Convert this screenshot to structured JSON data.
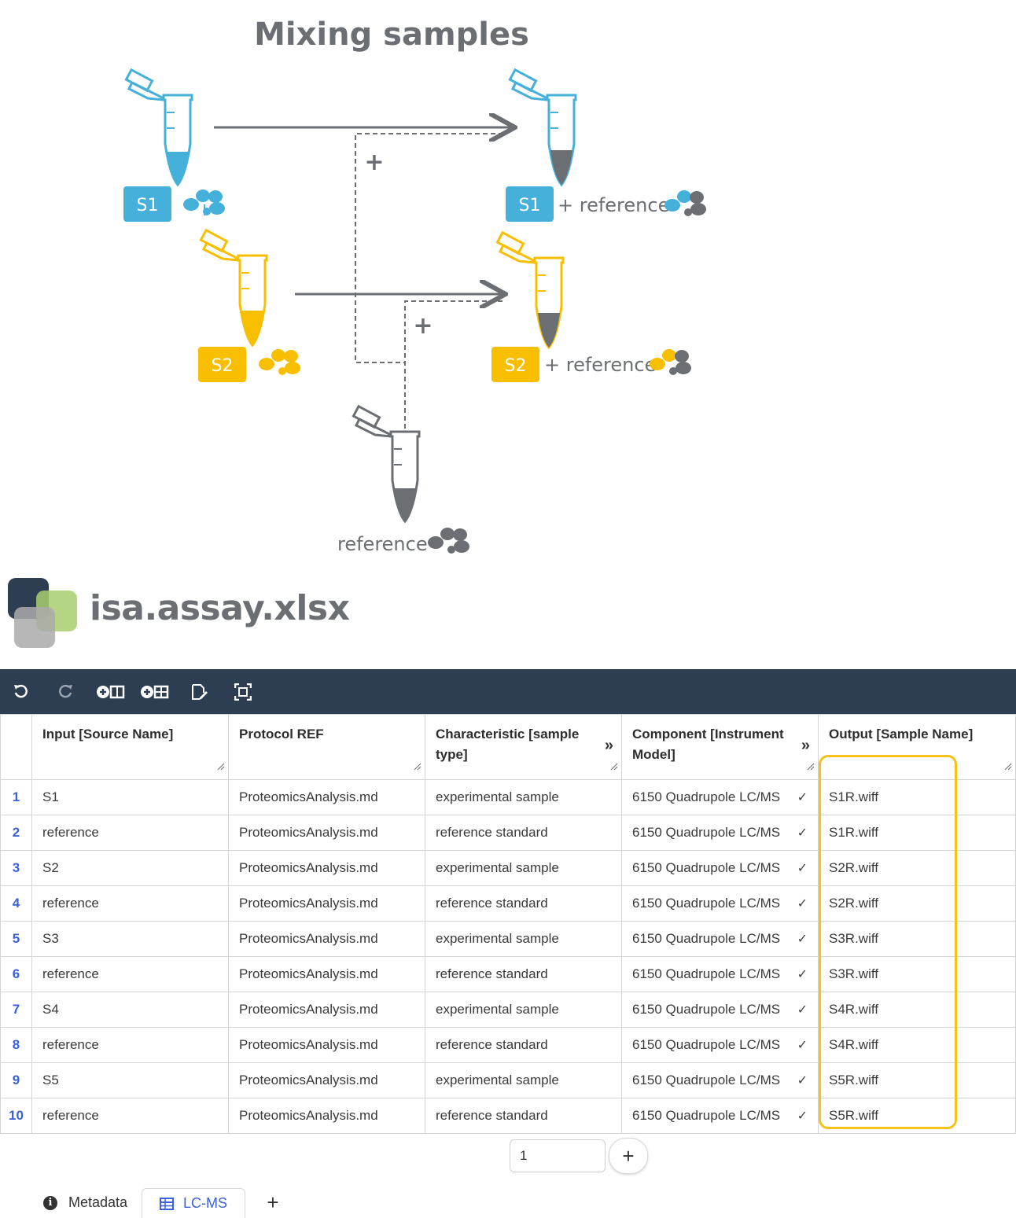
{
  "diagram": {
    "title": "Mixing samples",
    "plus_sign": "+",
    "samples": [
      {
        "label": "S1",
        "color": "#45b0d9",
        "result_suffix": "+ reference"
      },
      {
        "label": "S2",
        "color": "#f8bf00",
        "result_suffix": "+ reference"
      }
    ],
    "reference_label": "reference",
    "reference_color": "#6b6f74"
  },
  "logo": {
    "title": "isa.assay.xlsx"
  },
  "toolbar": {
    "buttons": [
      "undo-icon",
      "redo-icon",
      "add-column-icon",
      "add-rows-icon",
      "edit-file-icon",
      "fit-view-icon"
    ]
  },
  "table": {
    "columns": [
      {
        "label": "Input [Source Name]",
        "expandable": false
      },
      {
        "label": "Protocol REF",
        "expandable": false
      },
      {
        "label": "Characteristic [sample type]",
        "expandable": true
      },
      {
        "label": "Component [Instrument Model]",
        "expandable": true
      },
      {
        "label": "Output [Sample Name]",
        "expandable": false
      }
    ],
    "rows": [
      {
        "n": "1",
        "input": "S1",
        "protocol": "ProteomicsAnalysis.md",
        "type": "experimental sample",
        "instrument": "6150 Quadrupole LC/MS",
        "output": "S1R.wiff"
      },
      {
        "n": "2",
        "input": "reference",
        "protocol": "ProteomicsAnalysis.md",
        "type": "reference standard",
        "instrument": "6150 Quadrupole LC/MS",
        "output": "S1R.wiff"
      },
      {
        "n": "3",
        "input": "S2",
        "protocol": "ProteomicsAnalysis.md",
        "type": "experimental sample",
        "instrument": "6150 Quadrupole LC/MS",
        "output": "S2R.wiff"
      },
      {
        "n": "4",
        "input": "reference",
        "protocol": "ProteomicsAnalysis.md",
        "type": "reference standard",
        "instrument": "6150 Quadrupole LC/MS",
        "output": "S2R.wiff"
      },
      {
        "n": "5",
        "input": "S3",
        "protocol": "ProteomicsAnalysis.md",
        "type": "experimental sample",
        "instrument": "6150 Quadrupole LC/MS",
        "output": "S3R.wiff"
      },
      {
        "n": "6",
        "input": "reference",
        "protocol": "ProteomicsAnalysis.md",
        "type": "reference standard",
        "instrument": "6150 Quadrupole LC/MS",
        "output": "S3R.wiff"
      },
      {
        "n": "7",
        "input": "S4",
        "protocol": "ProteomicsAnalysis.md",
        "type": "experimental sample",
        "instrument": "6150 Quadrupole LC/MS",
        "output": "S4R.wiff"
      },
      {
        "n": "8",
        "input": "reference",
        "protocol": "ProteomicsAnalysis.md",
        "type": "reference standard",
        "instrument": "6150 Quadrupole LC/MS",
        "output": "S4R.wiff"
      },
      {
        "n": "9",
        "input": "S5",
        "protocol": "ProteomicsAnalysis.md",
        "type": "experimental sample",
        "instrument": "6150 Quadrupole LC/MS",
        "output": "S5R.wiff"
      },
      {
        "n": "10",
        "input": "reference",
        "protocol": "ProteomicsAnalysis.md",
        "type": "reference standard",
        "instrument": "6150 Quadrupole LC/MS",
        "output": "S5R.wiff"
      }
    ],
    "highlight_color": "#f4c21b"
  },
  "footer": {
    "rows_to_add_value": "1",
    "add_symbol": "+",
    "tabs": [
      {
        "label": "Metadata",
        "icon": "info-icon",
        "active": false
      },
      {
        "label": "LC-MS",
        "icon": "table-icon",
        "active": true
      }
    ],
    "add_tab_symbol": "+"
  },
  "colors": {
    "toolbar_bg": "#2e3e52",
    "accent_blue": "#3b62d9",
    "grey": "#6b6f74"
  }
}
